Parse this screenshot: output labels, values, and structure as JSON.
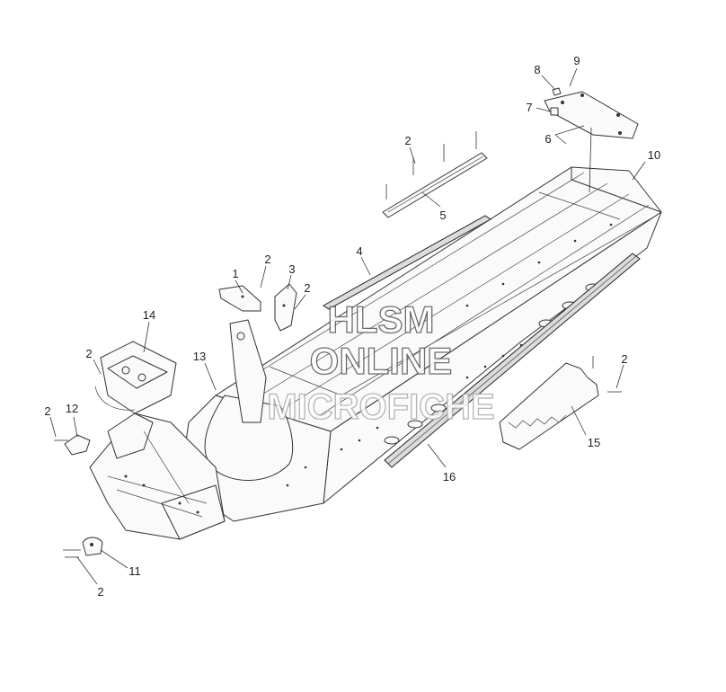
{
  "callouts": [
    {
      "id": "c8",
      "text": "8"
    },
    {
      "id": "c9",
      "text": "9"
    },
    {
      "id": "c7",
      "text": "7"
    },
    {
      "id": "c6",
      "text": "6"
    },
    {
      "id": "c10",
      "text": "10"
    },
    {
      "id": "c2a",
      "text": "2"
    },
    {
      "id": "c5",
      "text": "5"
    },
    {
      "id": "c4",
      "text": "4"
    },
    {
      "id": "c1",
      "text": "1"
    },
    {
      "id": "c2b",
      "text": "2"
    },
    {
      "id": "c3",
      "text": "3"
    },
    {
      "id": "c2c",
      "text": "2"
    },
    {
      "id": "c14",
      "text": "14"
    },
    {
      "id": "c2d",
      "text": "2"
    },
    {
      "id": "c13",
      "text": "13"
    },
    {
      "id": "c2e",
      "text": "2"
    },
    {
      "id": "c12",
      "text": "12"
    },
    {
      "id": "c2f",
      "text": "2"
    },
    {
      "id": "c15",
      "text": "15"
    },
    {
      "id": "c16",
      "text": "16"
    },
    {
      "id": "c11",
      "text": "11"
    },
    {
      "id": "c2g",
      "text": "2"
    }
  ],
  "watermark": {
    "line1": "HLSM",
    "line2": "ONLINE",
    "line3": "MICROFICHE"
  }
}
